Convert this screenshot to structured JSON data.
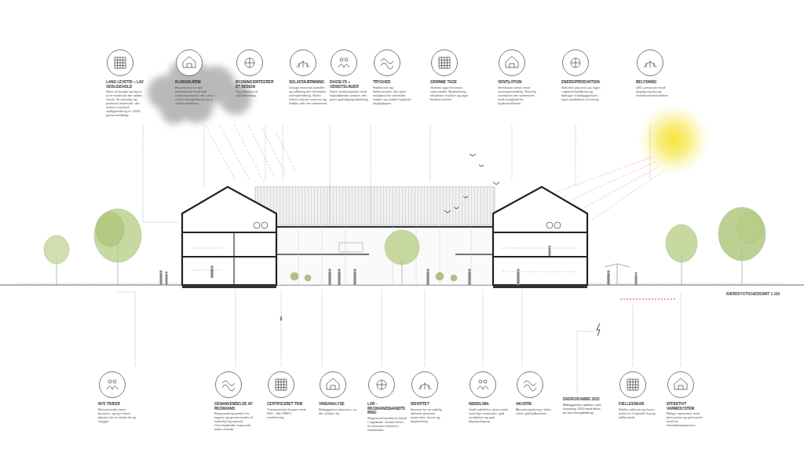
{
  "diagram": {
    "nodes": [
      {
        "text": [
          "LANG LEVETID + LAV VEDLIGEHOLD",
          "Sikre at facade og tag er af et materiale der ældes smukt. Et naturligt og patineret materiale, der kræver minimalt vedligehold og er 100% genanvendeligt."
        ]
      },
      {
        "text": [
          "KLIMASKÆRM",
          "Husene har en tæt klimaskærm med højt isoleringsniveau, der sikrer et lavt energiforbrug og et stabilt indeklima."
        ]
      },
      {
        "text": [
          "BYGNINGSINTEGRERET DESIGN",
          "Tag udnyttes til solcelleanlæg."
        ]
      },
      {
        "text": [
          "SOLAFSKÆRMNING",
          "Design med træ-lameller og udhæng der forhindrer overophedning. Solen lukkes ind om vinteren og holdes ude om sommeren."
        ]
      },
      {
        "text": [
          "DAGSLYS + UDSIGTSLINJER",
          "Store vinduespartier med højtsiddende vinduer, der giver god dagslysdækning."
        ]
      },
      {
        "text": [
          "TRYGHED",
          "Fællesrum og fællesarealer, der giver mulighed for uformelle møder og skaber tryghed i dagligdagen."
        ]
      },
      {
        "text": [
          "GRØNNE TAGE",
          "Grønne tage forsinker regnvandet. Beplantning tiltrækker insekter og øger biodiversiteten."
        ]
      },
      {
        "text": [
          "VENTILATION",
          "Ventilation sikres med varmegenvinding. Naturlig ventilation om sommeren med mulighed for krydsventilation."
        ]
      },
      {
        "text": [
          "ENERGIPRODUKTION",
          "Solceller placeres på taget i optimal hældning og bidrager til bebyggelsens egen produktion af energi."
        ]
      },
      {
        "text": [
          "BELYSNING",
          "LED-armaturer med dagslysstyring og tilstedeværelsesfølere."
        ]
      },
      {
        "text": [
          "NYE TRÆER",
          "Eksisterende træer bevares, og nye træer plantes for at skabe læ og skygge."
        ]
      },
      {
        "text": [
          "GENANVENDELSE AF REGNVAND",
          "Regnvand opsamles fra tagene og genanvendes til toiletskyl og tøjvask. Overskydende regnvand ledes til bede."
        ]
      },
      {
        "text": [
          "CERTIFICERET TRÆ",
          "Træmaterialer bruges med FSC- eller PEFC-certificering."
        ]
      },
      {
        "text": [
          "VINDANALYSE",
          "Bebyggelsen placeres, så der skabes læ."
        ]
      },
      {
        "text": [
          "LAR - REGNVANDSHÅNDTERING",
          "Regnvand håndteres lokalt i regnbede. Vandet bliver et rekreativt element i landskabet."
        ]
      },
      {
        "text": [
          "IDENTITET",
          "Husene får en tydelig identitet gennem materialer, farver og beplantning."
        ]
      },
      {
        "text": [
          "INDEKLIMA",
          "Godt indeklima sikres med naturlige materialer, god ventilation og god dagslystilgang."
        ]
      },
      {
        "text": [
          "AKUSTIK",
          "Akustikregulering i lofter sikrer god lydkomfort."
        ]
      },
      {
        "text": [
          "FÆLLESSKAB",
          "Fælles uderum og haver inviterer til ophold, leg og fællesskab."
        ]
      },
      {
        "text": [
          "EFFEKTIVT VARMESYSTEM",
          "Boliger opvarmes med fjernvarme og gulvvarme med lav fremløbstemperatur."
        ]
      }
    ],
    "labels": [
      "ENERGIRAMME 2020",
      "Bebyggelsen opføres som lavenergi 2020 med fokus på lavt energiforbrug.",
      "BÆREDYGTIGHEDSSNIT 1:100"
    ]
  }
}
